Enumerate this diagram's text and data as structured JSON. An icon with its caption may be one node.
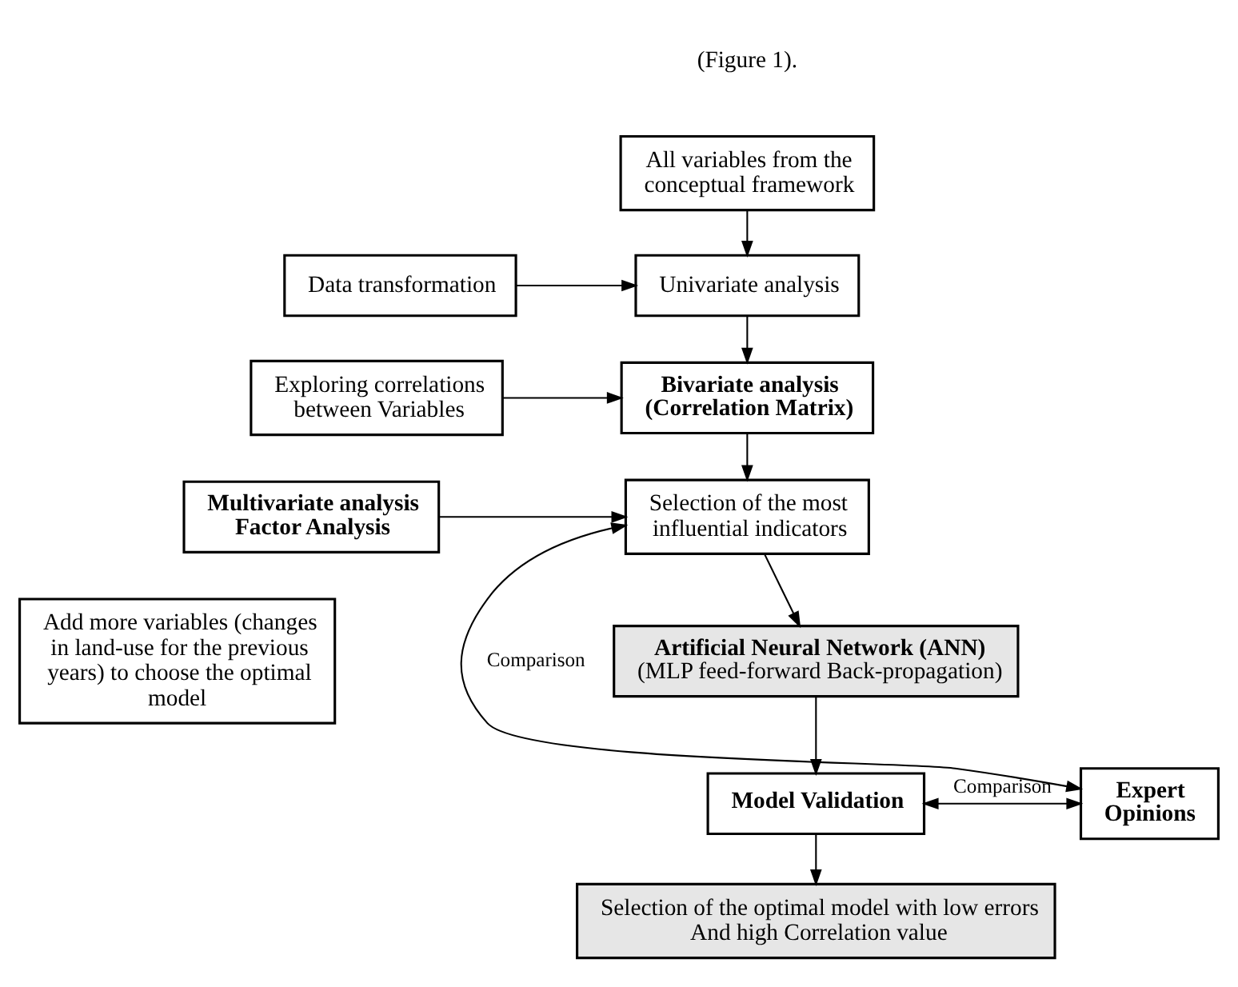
{
  "diagram": {
    "nodes": [
      {
        "text": [
          "All variables from the conceptual framework"
        ]
      },
      {
        "text": [
          "Data transformation"
        ]
      },
      {
        "text": [
          "Univariate analysis"
        ]
      },
      {
        "text": [
          "Exploring correlations between Variables"
        ]
      },
      {
        "text": [
          "Bivariate analysis (Correlation Matrix)"
        ]
      },
      {
        "text": [
          "Multivariate analysis Factor Analysis"
        ]
      },
      {
        "text": [
          "Selection of the most influential indicators"
        ]
      },
      {
        "text": [
          "Add more variables (changes in land-use for the previous years) to choose the optimal model"
        ]
      },
      {
        "text": [
          "Artificial Neural Network (ANN)",
          "(MLP feed-forward Back-propagation)"
        ]
      },
      {
        "text": [
          "Model Validation"
        ]
      },
      {
        "text": [
          "Expert Opinions"
        ]
      },
      {
        "text": [
          "Selection of the optimal model with low errors And high Correlation value"
        ]
      }
    ],
    "edges": [
      {
        "from": 0,
        "to": 2,
        "arrow": "to"
      },
      {
        "from": 1,
        "to": 2,
        "arrow": "to"
      },
      {
        "from": 2,
        "to": 4,
        "arrow": "to"
      },
      {
        "from": 3,
        "to": 4,
        "arrow": "to"
      },
      {
        "from": 4,
        "to": 6,
        "arrow": "to"
      },
      {
        "from": 5,
        "to": 6,
        "arrow": "to"
      },
      {
        "from": 6,
        "to": 10,
        "arrow": "both",
        "label": "Comparison"
      },
      {
        "from": 6,
        "to": 8,
        "arrow": "to"
      },
      {
        "from": 8,
        "to": 9,
        "arrow": "to"
      },
      {
        "from": 9,
        "to": 10,
        "arrow": "both",
        "label": "Comparison"
      },
      {
        "from": 9,
        "to": 11,
        "arrow": "to"
      }
    ],
    "labels": [
      "(Figure 1)."
    ]
  }
}
